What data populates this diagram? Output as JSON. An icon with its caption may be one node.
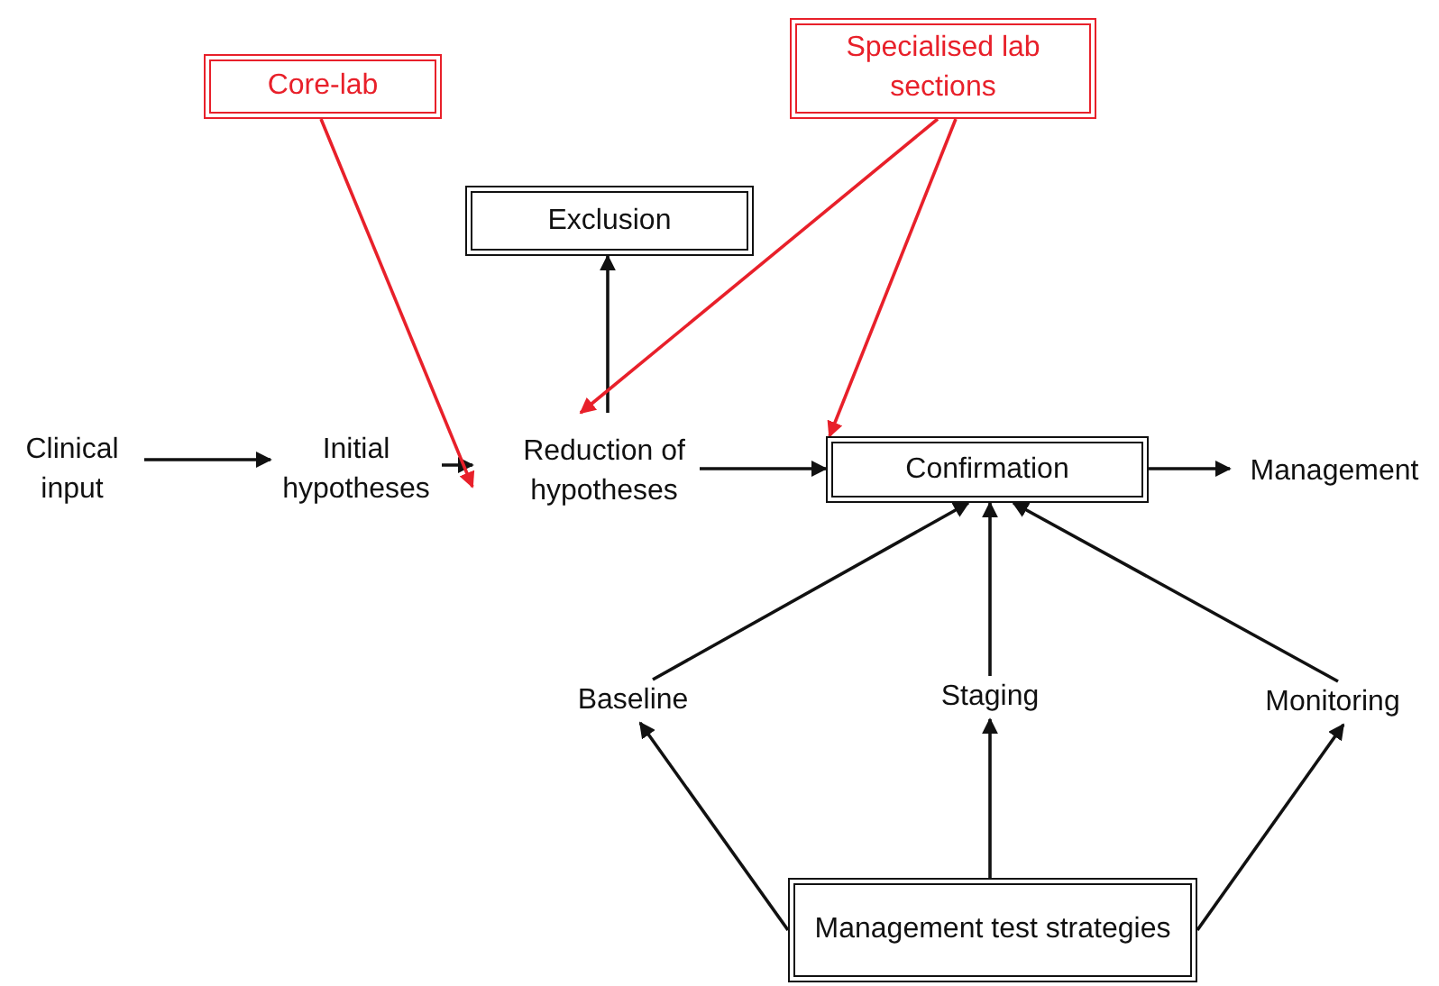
{
  "diagram": {
    "nodes": [
      {
        "text": [
          "Clinical input"
        ]
      },
      {
        "text": [
          "Initial hypotheses"
        ]
      },
      {
        "text": [
          "Reduction of hypotheses"
        ]
      },
      {
        "text": [
          "Exclusion"
        ]
      },
      {
        "text": [
          "Core-lab"
        ]
      },
      {
        "text": [
          "Specialised lab sections"
        ]
      },
      {
        "text": [
          "Confirmation"
        ]
      },
      {
        "text": [
          "Management"
        ]
      },
      {
        "text": [
          "Baseline"
        ]
      },
      {
        "text": [
          "Staging"
        ]
      },
      {
        "text": [
          "Monitoring"
        ]
      },
      {
        "text": [
          "Management test strategies"
        ]
      }
    ],
    "edges": [
      {
        "from": 0,
        "to": 1,
        "arrow": "to"
      },
      {
        "from": 1,
        "to": 2,
        "arrow": "to"
      },
      {
        "from": 2,
        "to": 3,
        "arrow": "to"
      },
      {
        "from": 4,
        "to": 2,
        "arrow": "to",
        "color": "#e8202a"
      },
      {
        "from": 5,
        "to": 2,
        "arrow": "to",
        "color": "#e8202a"
      },
      {
        "from": 5,
        "to": 6,
        "arrow": "to",
        "color": "#e8202a"
      },
      {
        "from": 2,
        "to": 6,
        "arrow": "to"
      },
      {
        "from": 6,
        "to": 7,
        "arrow": "to"
      },
      {
        "from": 8,
        "to": 6,
        "arrow": "to"
      },
      {
        "from": 9,
        "to": 6,
        "arrow": "to"
      },
      {
        "from": 10,
        "to": 6,
        "arrow": "to"
      },
      {
        "from": 11,
        "to": 8,
        "arrow": "to"
      },
      {
        "from": 11,
        "to": 9,
        "arrow": "to"
      },
      {
        "from": 11,
        "to": 10,
        "arrow": "to"
      }
    ]
  }
}
